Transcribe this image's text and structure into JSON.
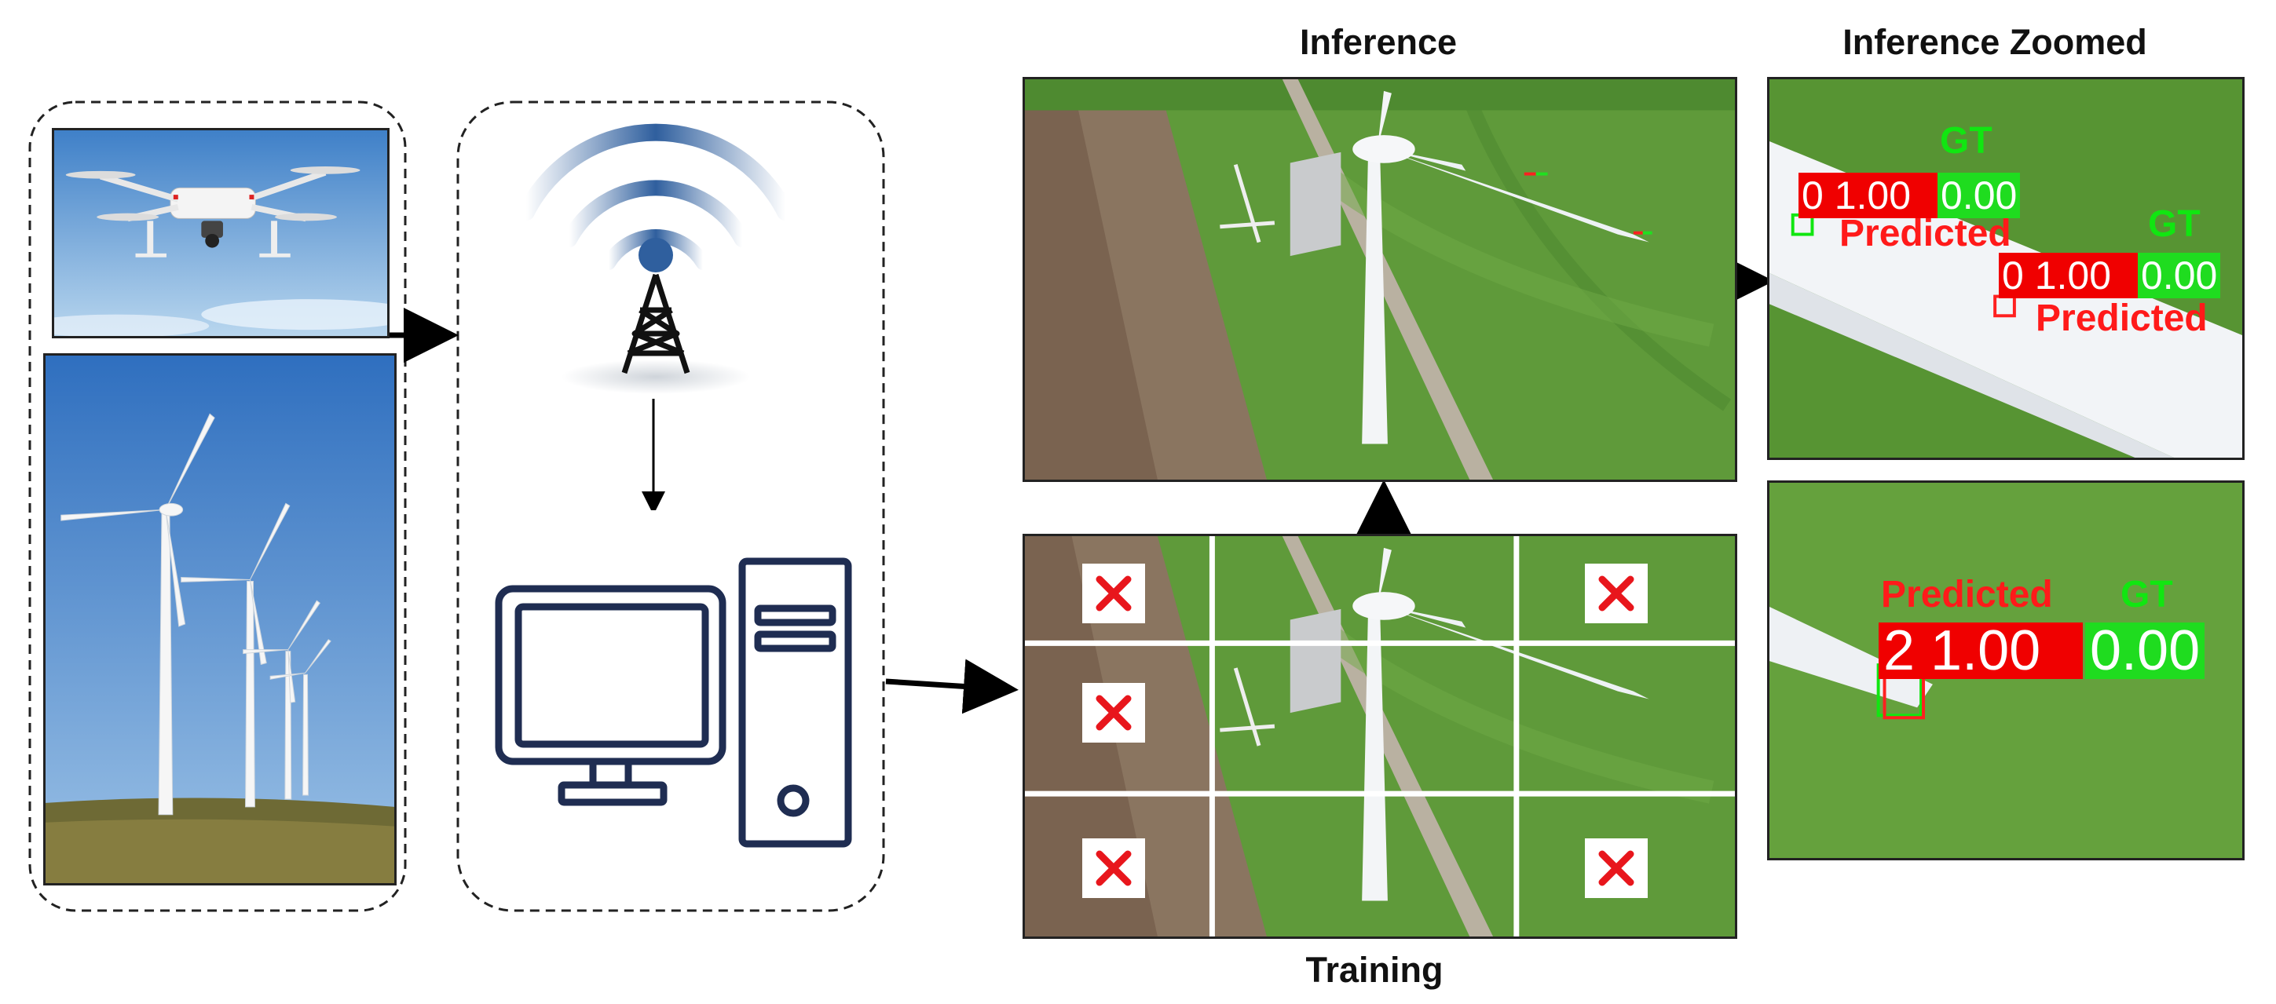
{
  "titles": {
    "inference": "Inference",
    "inference_zoomed": "Inference Zoomed",
    "training": "Training"
  },
  "labels": {
    "gt": "GT",
    "predicted": "Predicted",
    "zoom1_red_1": "0 1.00",
    "zoom1_green_1": "0.00",
    "zoom1_red_2": "0 1.00",
    "zoom1_green_2": "0.00",
    "zoom2_red": "2 1.00",
    "zoom2_green": "0.00"
  },
  "icons": {
    "drone": "drone-icon",
    "turbines": "wind-turbine-icon",
    "signal": "wireless-signal-icon",
    "tower": "radio-tower-icon",
    "computer": "desktop-computer-icon",
    "reject": "red-x-icon"
  },
  "colors": {
    "red_label": "#ff1a1a",
    "green_label": "#11e611",
    "computer_navy": "#1f2d52",
    "tower_dot": "#2f5f9e",
    "grid_line": "#ffffff",
    "cross_red": "#e8161c"
  }
}
